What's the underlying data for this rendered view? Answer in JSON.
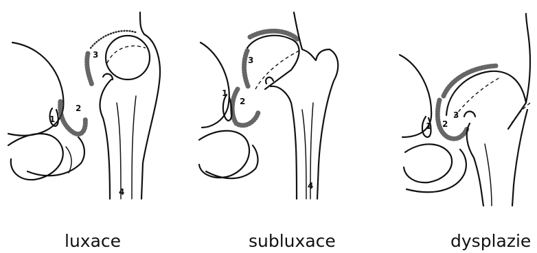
{
  "panels": [
    {
      "id": "luxace",
      "caption": "luxace",
      "markers": [
        "3",
        "2",
        "1",
        "4"
      ]
    },
    {
      "id": "subluxace",
      "caption": "subluxace",
      "markers": [
        "3",
        "2",
        "1",
        "4"
      ]
    },
    {
      "id": "dysplazie",
      "caption": "dysplazie",
      "markers": [
        "1",
        "2",
        "3"
      ]
    }
  ]
}
